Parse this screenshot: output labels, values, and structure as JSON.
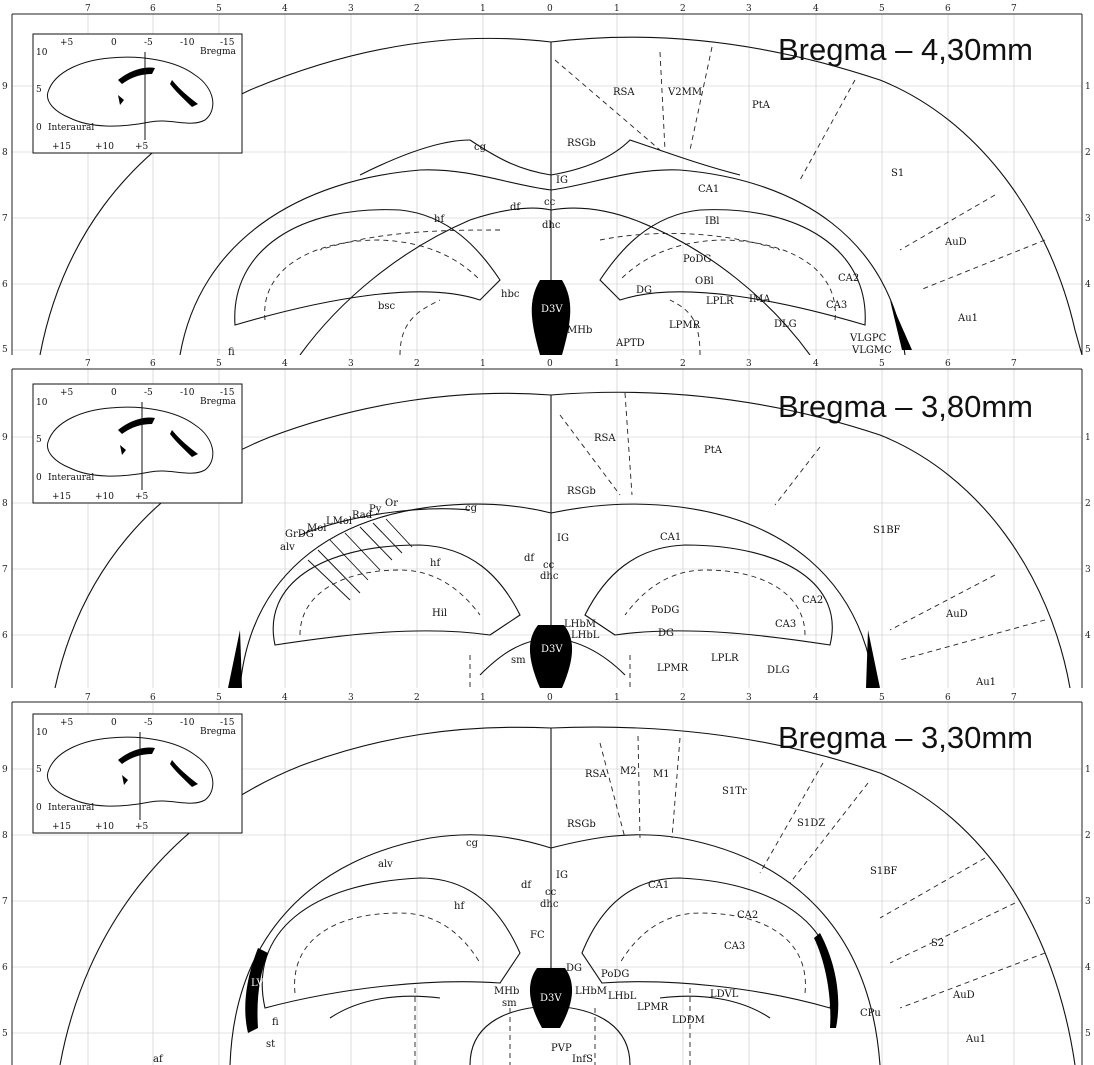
{
  "panels": [
    {
      "title": "Bregma – 4,30mm",
      "top_numbers": [
        "7",
        "6",
        "5",
        "4",
        "3",
        "2",
        "1",
        "0",
        "1",
        "2",
        "3",
        "4",
        "5",
        "6",
        "7"
      ],
      "side_numbers_left": [
        "9",
        "8",
        "7",
        "6",
        "5"
      ],
      "side_numbers_right": [
        "1",
        "2",
        "3",
        "4",
        "5"
      ],
      "inset": {
        "top_ticks": [
          "+5",
          "0",
          "-5",
          "-10",
          "-15"
        ],
        "bregma": "Bregma",
        "left_ticks": [
          "10",
          "5",
          "0"
        ],
        "interaural": "Interaural",
        "bottom_ticks": [
          "+15",
          "+10",
          "+5"
        ]
      },
      "labels": [
        "RSA",
        "V2MM",
        "PtA",
        "RSGb",
        "cg",
        "IG",
        "cc",
        "df",
        "dhc",
        "CA1",
        "IBl",
        "S1",
        "AuD",
        "hf",
        "PoDG",
        "OBl",
        "CA2",
        "DG",
        "LPLR",
        "IMA",
        "CA3",
        "D3V",
        "MHb",
        "hbc",
        "bsc",
        "LPMR",
        "DLG",
        "APTD",
        "Au1",
        "VLGPC",
        "VLGMC",
        "fi"
      ]
    },
    {
      "title": "Bregma – 3,80mm",
      "top_numbers": [
        "7",
        "6",
        "5",
        "4",
        "3",
        "2",
        "1",
        "0",
        "1",
        "2",
        "3",
        "4",
        "5",
        "6",
        "7"
      ],
      "side_numbers_left": [
        "9",
        "8",
        "7",
        "6"
      ],
      "side_numbers_right": [
        "1",
        "2",
        "3",
        "4"
      ],
      "inset": {
        "top_ticks": [
          "+5",
          "0",
          "-5",
          "-10",
          "-15"
        ],
        "bregma": "Bregma",
        "left_ticks": [
          "10",
          "5",
          "0"
        ],
        "interaural": "Interaural",
        "bottom_ticks": [
          "+15",
          "+10",
          "+5"
        ]
      },
      "labels": [
        "RSA",
        "PtA",
        "RSGb",
        "cg",
        "Or",
        "Py",
        "Rad",
        "LMol",
        "Mol",
        "GrDG",
        "alv",
        "S1BF",
        "IG",
        "CA1",
        "df",
        "cc",
        "dhc",
        "hf",
        "CA2",
        "AuD",
        "Hil",
        "LHbM",
        "LHbL",
        "PoDG",
        "CA3",
        "DG",
        "D3V",
        "sm",
        "LPMR",
        "LPLR",
        "DLG",
        "Au1"
      ]
    },
    {
      "title": "Bregma – 3,30mm",
      "top_numbers": [
        "7",
        "6",
        "5",
        "4",
        "3",
        "2",
        "1",
        "0",
        "1",
        "2",
        "3",
        "4",
        "5",
        "6",
        "7"
      ],
      "side_numbers_left": [
        "9",
        "8",
        "7",
        "6",
        "5"
      ],
      "side_numbers_right": [
        "1",
        "2",
        "3",
        "4",
        "5"
      ],
      "inset": {
        "top_ticks": [
          "+5",
          "0",
          "-5",
          "-10",
          "-15"
        ],
        "bregma": "Bregma",
        "left_ticks": [
          "10",
          "5",
          "0"
        ],
        "interaural": "Interaural",
        "bottom_ticks": [
          "+15",
          "+10",
          "+5"
        ]
      },
      "labels": [
        "RSA",
        "M2",
        "M1",
        "S1Tr",
        "RSGb",
        "S1DZ",
        "cg",
        "alv",
        "IG",
        "S1BF",
        "df",
        "cc",
        "dhc",
        "CA1",
        "hf",
        "CA2",
        "FC",
        "CA3",
        "S2",
        "DG",
        "PoDG",
        "LV",
        "MHb",
        "LHbM",
        "LHbL",
        "LDVL",
        "sm",
        "D3V",
        "LPMR",
        "AuD",
        "LDDM",
        "fi",
        "CPu",
        "st",
        "PVP",
        "Au1",
        "af",
        "InfS"
      ]
    }
  ]
}
